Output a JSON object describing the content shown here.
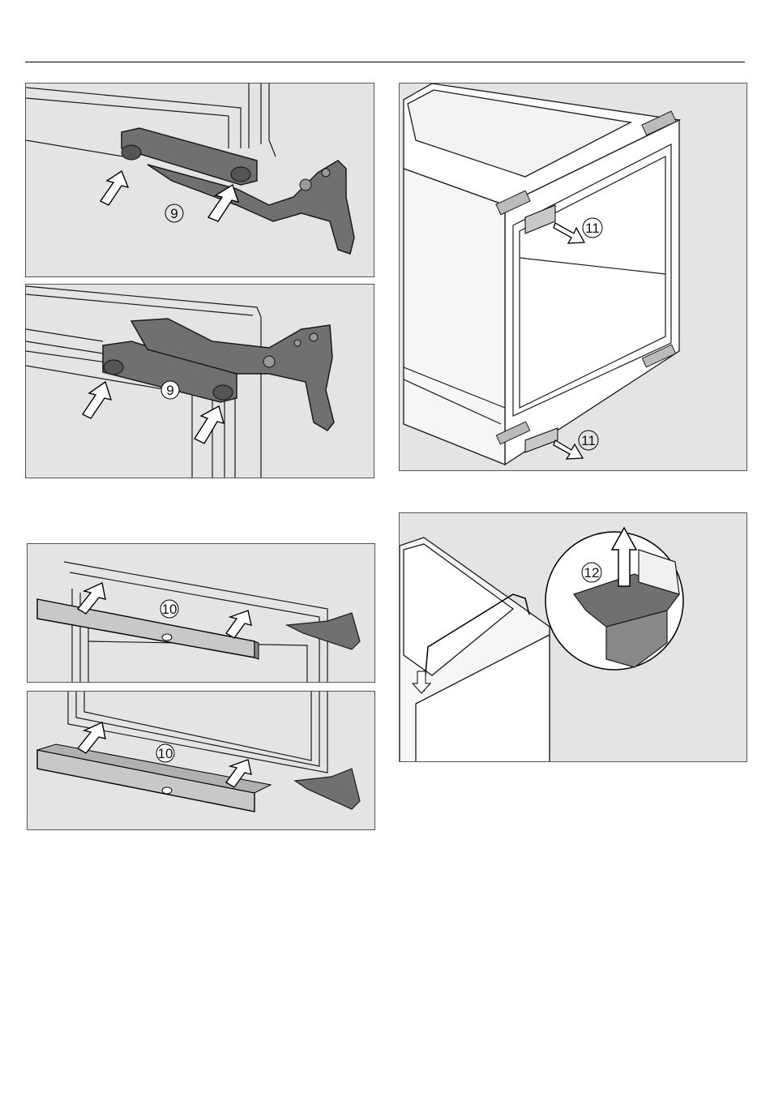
{
  "figures": {
    "fig_a": {
      "callout": "9"
    },
    "fig_b": {
      "callout": "9"
    },
    "fig_c": {
      "callout": "10"
    },
    "fig_d": {
      "callout": "10"
    },
    "fig_e": {
      "callout_top": "11",
      "callout_bottom": "11"
    },
    "fig_f": {
      "callout": "12"
    }
  },
  "colors": {
    "panel_bg": "#e4e4e4",
    "part_fill": "#6e6e6e",
    "trim_fill": "#c8c8c8",
    "line": "#1a1a1a"
  }
}
